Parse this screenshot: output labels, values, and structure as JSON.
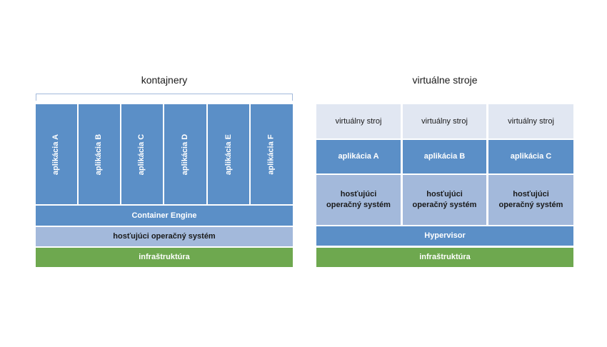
{
  "containers": {
    "title": "kontajnery",
    "apps": [
      "aplikácia A",
      "aplikácia B",
      "aplikácia C",
      "aplikácia D",
      "aplikácia E",
      "aplikácia F"
    ],
    "engine": "Container Engine",
    "host_os": "hosťujúci operačný systém",
    "infra": "infraštruktúra"
  },
  "vms": {
    "title": "virtuálne stroje",
    "columns": [
      {
        "vm": "virtuálny stroj",
        "app": "aplikácia A",
        "os_line1": "hosťujúci",
        "os_line2": "operačný systém"
      },
      {
        "vm": "virtuálny stroj",
        "app": "aplikácia B",
        "os_line1": "hosťujúci",
        "os_line2": "operačný systém"
      },
      {
        "vm": "virtuálny stroj",
        "app": "aplikácia C",
        "os_line1": "hosťujúci",
        "os_line2": "operačný systém"
      }
    ],
    "hypervisor": "Hypervisor",
    "infra": "infraštruktúra"
  },
  "colors": {
    "dark_blue": "#5b8fc7",
    "light_blue": "#a3b9db",
    "pale_blue": "#e1e7f2",
    "green": "#6ea84f"
  }
}
